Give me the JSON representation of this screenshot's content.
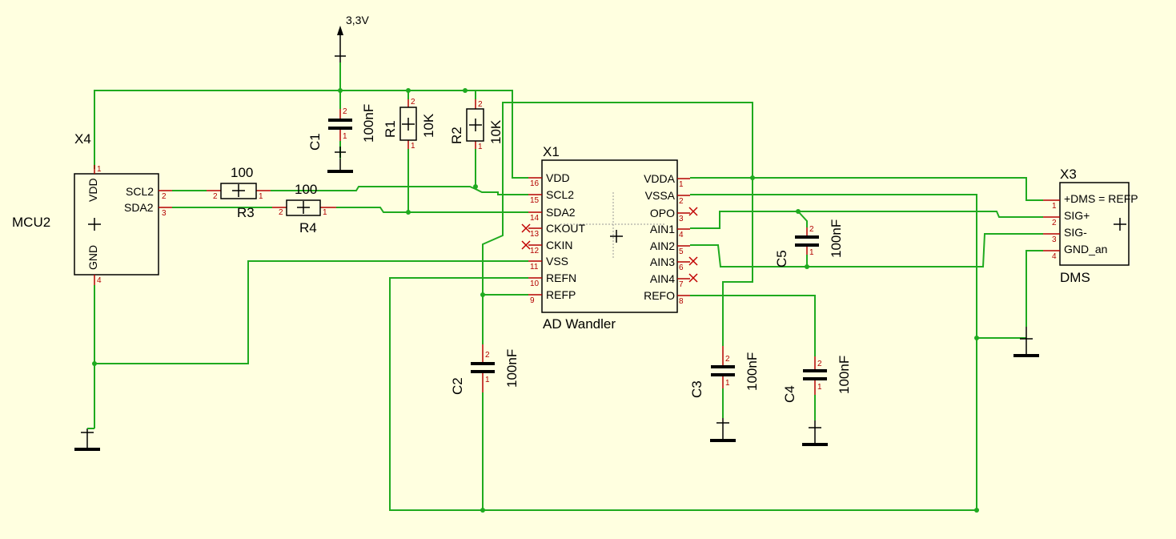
{
  "power": {
    "label": "3,3V"
  },
  "mcu": {
    "ref": "X4",
    "value": "MCU2",
    "pins_left": [
      {
        "name": "VDD",
        "num": "1"
      },
      {
        "name": "GND",
        "num": "4"
      }
    ],
    "pins_right": [
      {
        "name": "SCL2",
        "num": "2"
      },
      {
        "name": "SDA2",
        "num": "3"
      }
    ]
  },
  "adc": {
    "ref": "X1",
    "value": "AD Wandler",
    "left_pins": [
      {
        "name": "VDD",
        "num": "16"
      },
      {
        "name": "SCL2",
        "num": "15"
      },
      {
        "name": "SDA2",
        "num": "14"
      },
      {
        "name": "CKOUT",
        "num": "13"
      },
      {
        "name": "CKIN",
        "num": "12"
      },
      {
        "name": "VSS",
        "num": "11"
      },
      {
        "name": "REFN",
        "num": "10"
      },
      {
        "name": "REFP",
        "num": "9"
      }
    ],
    "right_pins": [
      {
        "name": "VDDA",
        "num": "1"
      },
      {
        "name": "VSSA",
        "num": "2"
      },
      {
        "name": "OPO",
        "num": "3"
      },
      {
        "name": "AIN1",
        "num": "4"
      },
      {
        "name": "AIN2",
        "num": "5"
      },
      {
        "name": "AIN3",
        "num": "6"
      },
      {
        "name": "AIN4",
        "num": "7"
      },
      {
        "name": "REFO",
        "num": "8"
      }
    ]
  },
  "dms": {
    "ref": "X3",
    "value": "DMS",
    "pins": [
      {
        "name": "+DMS = REFP",
        "num": "1"
      },
      {
        "name": "SIG+",
        "num": "2"
      },
      {
        "name": "SIG-",
        "num": "3"
      },
      {
        "name": "GND_an",
        "num": "4"
      }
    ]
  },
  "resistors": {
    "r1": {
      "ref": "R1",
      "value": "10K"
    },
    "r2": {
      "ref": "R2",
      "value": "10K"
    },
    "r3": {
      "ref": "R3",
      "value": "100"
    },
    "r4": {
      "ref": "R4",
      "value": "100"
    }
  },
  "capacitors": {
    "c1": {
      "ref": "C1",
      "value": "100nF"
    },
    "c2": {
      "ref": "C2",
      "value": "100nF"
    },
    "c3": {
      "ref": "C3",
      "value": "100nF"
    },
    "c4": {
      "ref": "C4",
      "value": "100nF"
    },
    "c5": {
      "ref": "C5",
      "value": "100nF"
    }
  },
  "pin_numbers": {
    "one": "1",
    "two": "2"
  },
  "colors": {
    "background": "#ffffe0",
    "wire": "#1faa1f",
    "pin": "#b30000",
    "no_connect": "#c00000"
  }
}
